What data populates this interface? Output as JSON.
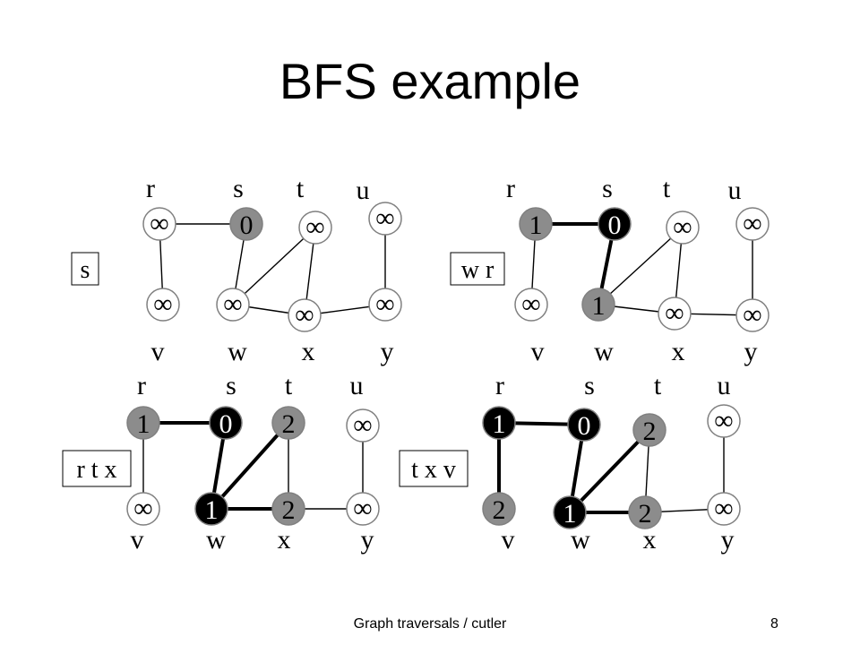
{
  "title": "BFS example",
  "footer": "Graph traversals / cutler",
  "page_number": "8",
  "colors": {
    "white": "#ffffff",
    "gray": "#8c8c8c",
    "black": "#000000"
  },
  "infinity_symbol": "∞",
  "panels": [
    {
      "queue": "s",
      "nodes": {
        "r": {
          "color": "white",
          "dist": "∞"
        },
        "s": {
          "color": "gray",
          "dist": "0"
        },
        "t": {
          "color": "white",
          "dist": "∞"
        },
        "u": {
          "color": "white",
          "dist": "∞"
        },
        "v": {
          "color": "white",
          "dist": "∞"
        },
        "w": {
          "color": "white",
          "dist": "∞"
        },
        "x": {
          "color": "white",
          "dist": "∞"
        },
        "y": {
          "color": "white",
          "dist": "∞"
        }
      },
      "edges": [
        {
          "from": "r",
          "to": "s",
          "tree": false
        },
        {
          "from": "r",
          "to": "v",
          "tree": false
        },
        {
          "from": "s",
          "to": "w",
          "tree": false
        },
        {
          "from": "w",
          "to": "t",
          "tree": false
        },
        {
          "from": "w",
          "to": "x",
          "tree": false
        },
        {
          "from": "t",
          "to": "x",
          "tree": false
        },
        {
          "from": "x",
          "to": "y",
          "tree": false
        },
        {
          "from": "u",
          "to": "y",
          "tree": false
        }
      ]
    },
    {
      "queue": "w r",
      "nodes": {
        "r": {
          "color": "gray",
          "dist": "1"
        },
        "s": {
          "color": "black",
          "dist": "0"
        },
        "t": {
          "color": "white",
          "dist": "∞"
        },
        "u": {
          "color": "white",
          "dist": "∞"
        },
        "v": {
          "color": "white",
          "dist": "∞"
        },
        "w": {
          "color": "gray",
          "dist": "1"
        },
        "x": {
          "color": "white",
          "dist": "∞"
        },
        "y": {
          "color": "white",
          "dist": "∞"
        }
      },
      "edges": [
        {
          "from": "r",
          "to": "s",
          "tree": true
        },
        {
          "from": "r",
          "to": "v",
          "tree": false
        },
        {
          "from": "s",
          "to": "w",
          "tree": true
        },
        {
          "from": "w",
          "to": "t",
          "tree": false
        },
        {
          "from": "w",
          "to": "x",
          "tree": false
        },
        {
          "from": "t",
          "to": "x",
          "tree": false
        },
        {
          "from": "x",
          "to": "y",
          "tree": false
        },
        {
          "from": "u",
          "to": "y",
          "tree": false
        }
      ]
    },
    {
      "queue": "r t x",
      "nodes": {
        "r": {
          "color": "gray",
          "dist": "1"
        },
        "s": {
          "color": "black",
          "dist": "0"
        },
        "t": {
          "color": "gray",
          "dist": "2"
        },
        "u": {
          "color": "white",
          "dist": "∞"
        },
        "v": {
          "color": "white",
          "dist": "∞"
        },
        "w": {
          "color": "black",
          "dist": "1"
        },
        "x": {
          "color": "gray",
          "dist": "2"
        },
        "y": {
          "color": "white",
          "dist": "∞"
        }
      },
      "edges": [
        {
          "from": "r",
          "to": "s",
          "tree": true
        },
        {
          "from": "r",
          "to": "v",
          "tree": false
        },
        {
          "from": "s",
          "to": "w",
          "tree": true
        },
        {
          "from": "w",
          "to": "t",
          "tree": true
        },
        {
          "from": "w",
          "to": "x",
          "tree": true
        },
        {
          "from": "t",
          "to": "x",
          "tree": false
        },
        {
          "from": "x",
          "to": "y",
          "tree": false
        },
        {
          "from": "u",
          "to": "y",
          "tree": false
        }
      ]
    },
    {
      "queue": "t x v",
      "nodes": {
        "r": {
          "color": "black",
          "dist": "1"
        },
        "s": {
          "color": "black",
          "dist": "0"
        },
        "t": {
          "color": "gray",
          "dist": "2"
        },
        "u": {
          "color": "white",
          "dist": "∞"
        },
        "v": {
          "color": "gray",
          "dist": "2"
        },
        "w": {
          "color": "black",
          "dist": "1"
        },
        "x": {
          "color": "gray",
          "dist": "2"
        },
        "y": {
          "color": "white",
          "dist": "∞"
        }
      },
      "edges": [
        {
          "from": "r",
          "to": "s",
          "tree": true
        },
        {
          "from": "r",
          "to": "v",
          "tree": true
        },
        {
          "from": "s",
          "to": "w",
          "tree": true
        },
        {
          "from": "w",
          "to": "t",
          "tree": true
        },
        {
          "from": "w",
          "to": "x",
          "tree": true
        },
        {
          "from": "t",
          "to": "x",
          "tree": false
        },
        {
          "from": "x",
          "to": "y",
          "tree": false
        },
        {
          "from": "u",
          "to": "y",
          "tree": false
        }
      ]
    }
  ]
}
